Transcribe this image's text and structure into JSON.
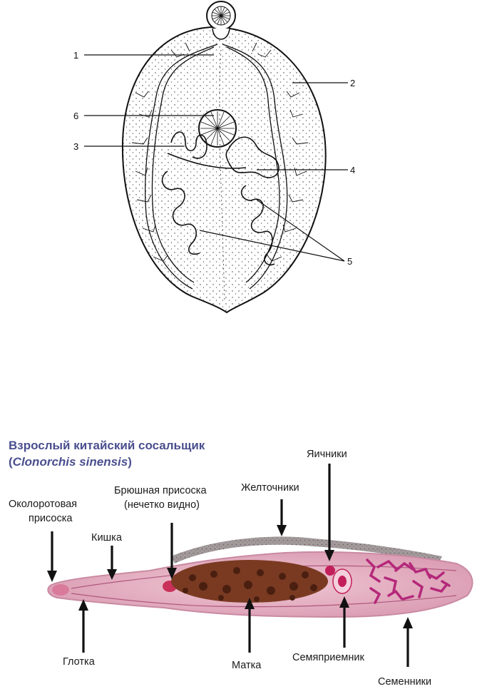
{
  "colors": {
    "outline": "#111111",
    "title": "#4a4f8e",
    "worm_body": "#e6b3c4",
    "worm_edge": "#c98aa2",
    "uterus": "#5a2a1a",
    "testes": "#b4287a",
    "ovary": "#c21f5a",
    "vitellaria": "#9a8f93"
  },
  "top_figure": {
    "labels": [
      "1",
      "2",
      "3",
      "4",
      "5",
      "6"
    ]
  },
  "bottom_figure": {
    "title_line1": "Взрослый китайский сосальщик",
    "title_open": "(",
    "title_latin": "Clonorchis sinensis",
    "title_close": ")",
    "labels": {
      "oral_sucker_l1": "Околоротовая",
      "oral_sucker_l2": "присоска",
      "intestine": "Кишка",
      "ventral_sucker_l1": "Брюшная присоска",
      "ventral_sucker_l2": "(нечетко видно)",
      "vitellaria": "Желточники",
      "ovaries": "Яичники",
      "pharynx": "Глотка",
      "uterus": "Матка",
      "receptacle": "Семяприемник",
      "testes": "Семенники"
    }
  }
}
